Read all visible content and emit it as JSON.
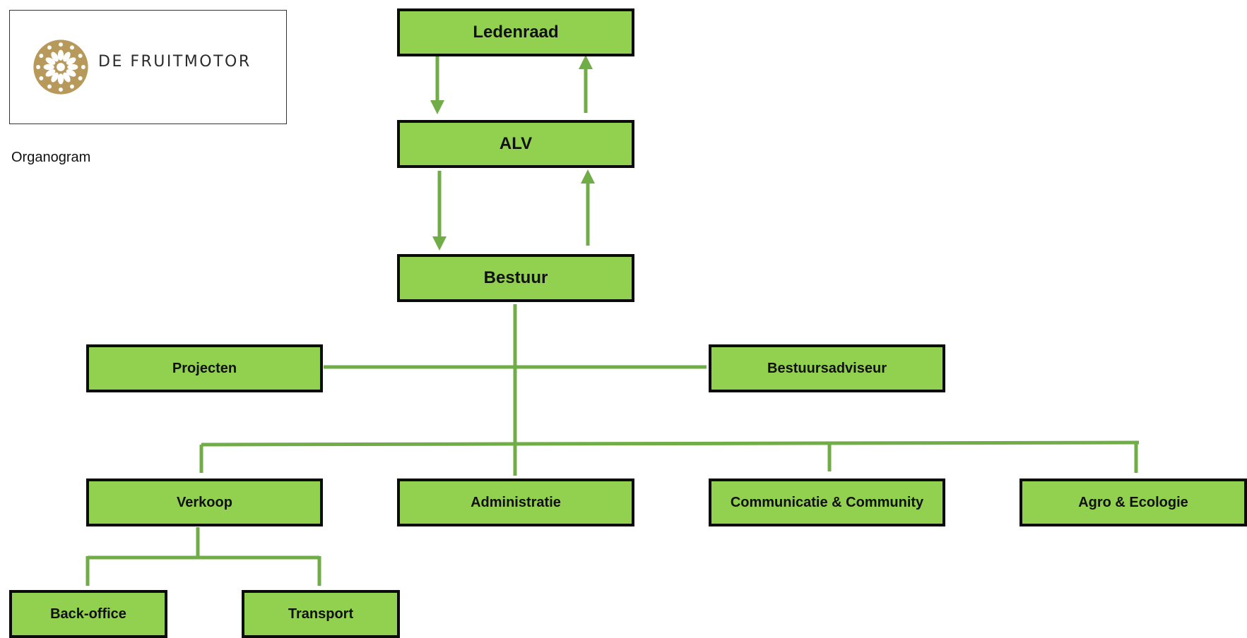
{
  "colors": {
    "node_fill": "#92d050",
    "node_border": "#0b0b0b",
    "connector": "#70ad47",
    "logo_gold": "#b79a5b"
  },
  "logo": {
    "text": "DE FRUITMOTOR",
    "icon": "fruit-wheel-icon"
  },
  "caption": "Organogram",
  "nodes": {
    "ledenraad": "Ledenraad",
    "alv": "ALV",
    "bestuur": "Bestuur",
    "projecten": "Projecten",
    "bestuursadviseur": "Bestuursadviseur",
    "verkoop": "Verkoop",
    "administratie": "Administratie",
    "communicatie": "Communicatie & Community",
    "agro": "Agro & Ecologie",
    "backoffice": "Back-office",
    "transport": "Transport"
  }
}
